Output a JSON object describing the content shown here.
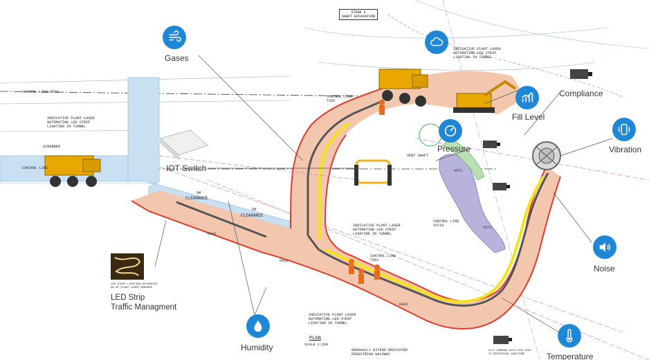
{
  "stage": {
    "title": "STAGE 2",
    "subtitle": "SHAFT EXCAVATION"
  },
  "sensors": {
    "gases": "Gases",
    "iot_switch": "IOT Switch",
    "led_strip_line1": "LED Strip",
    "led_strip_line2": "Traffic Managment",
    "led_strip_caption": "LED STRIP LIGHTING AUTOMATED\nON BY PLANT LASER SENSORS",
    "humidity": "Humidity",
    "compliance": "Compliance",
    "fill_level": "Fill Level",
    "pressure": "Pressure",
    "vibration": "Vibration",
    "noise": "Noise",
    "temperature": "Temperature"
  },
  "annotations": {
    "control_line_rt02": "CONTROL LINE RT02",
    "control_line_left": "CONTROL LINE",
    "control_line_ts02": "CONTROL LINE\nTS02",
    "control_line_ts01": "CONTROL LINE\nTS01",
    "control_line_vst01": "CONTROL LINE\nVST01",
    "vent_shaft": "VENT SHAFT",
    "scrubber": "SCRUBBER",
    "indicative_top": "INDICATIVE PLANT LASER\nAUTOMATING LED STRIP\nLIGHTING IN TUNNEL",
    "indicative_left": "INDICATIVE PLANT LASER\nAUTOMATING LED STRIP\nLIGHTING IN TUNNEL",
    "indicative_mid": "INDICATIVE PLANT LASER\nAUTOMATING LED STRIP\nLIGHTING IN TUNNEL",
    "indicative_bottom": "INDICATIVE PLANT LASER\nAUTOMATING LED STRIP\nLIGHTING IN TUNNEL",
    "clearance_1": "CLEARANCE",
    "clearance_2": "CLEARANCE",
    "clearance_dim_1": "5m",
    "clearance_dim_2": "5m",
    "plan_title": "PLAN",
    "plan_scale": "SCALE 1:200",
    "walkway": "GRADUALLY EXTEND DEDICATED\nPEDESTRIAN WALKWAY",
    "cctv": "CCTV CAMERAS WITH LIVE FEED\nTO PEDESTRIAN JUNCTIONS",
    "das_tag_1": "DAS2",
    "das_tag_2": "DAS1",
    "das_tag_3": "DAS2",
    "tag_vs1": "VST1",
    "tag_vs2": "VST1"
  },
  "colors": {
    "accent": "#1e88d6",
    "tunnel_fill": "#f2c7ae",
    "tunnel_edge": "#e23b2e",
    "duct_fill": "#c9dff2",
    "vent_fill": "#b7b3db",
    "led_strip": "#f3e41a"
  }
}
